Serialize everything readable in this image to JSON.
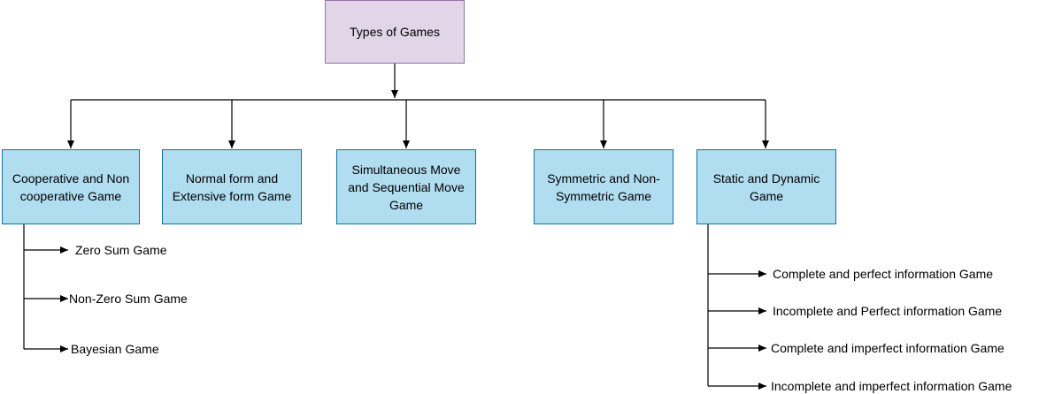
{
  "root": {
    "label": "Types of Games"
  },
  "categories": [
    {
      "label": "Cooperative and Non cooperative Game"
    },
    {
      "label": "Normal form and Extensive form Game"
    },
    {
      "label": "Simultaneous Move and Sequential Move Game"
    },
    {
      "label": "Symmetric and Non-Symmetric Game"
    },
    {
      "label": "Static and Dynamic Game"
    }
  ],
  "cooperative_subtypes": [
    "Zero Sum Game",
    "Non-Zero Sum Game",
    "Bayesian Game"
  ],
  "dynamic_subtypes": [
    "Complete and perfect information Game",
    "Incomplete and Perfect information Game",
    "Complete and imperfect information Game",
    "Incomplete and imperfect information Game"
  ],
  "colors": {
    "root_fill": "#e1d5e7",
    "root_border": "#9673a6",
    "category_fill": "#b1ddf0",
    "category_border": "#10739e",
    "connector": "#000000"
  }
}
